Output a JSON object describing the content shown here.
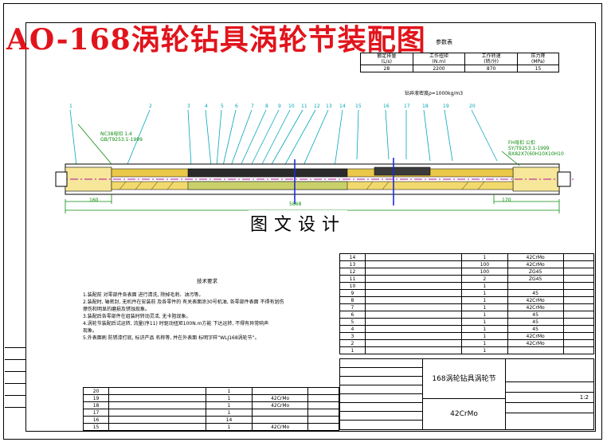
{
  "title": "AO-168涡轮钻具涡轮节装配图",
  "watermark": "图文设计",
  "params": {
    "header_partial": "参数表",
    "headers": [
      [
        "额定排量",
        "(L/s)"
      ],
      [
        "工作扭矩",
        "(N.m)"
      ],
      [
        "工作转速",
        "(转/分)"
      ],
      [
        "压力降",
        "(MPa)"
      ]
    ],
    "values": [
      "28",
      "2200",
      "870",
      "15"
    ],
    "density_note": "钻井液密度ρ=1000kg/m3"
  },
  "part_numbers": [
    "1",
    "2",
    "3",
    "4",
    "5",
    "6",
    "7",
    "8",
    "9",
    "10",
    "11",
    "12",
    "13",
    "14",
    "15",
    "16",
    "17",
    "18",
    "19",
    "20"
  ],
  "callouts": {
    "left_thread": [
      "NC38母扣 1:4",
      "GB/T9253.1-1999"
    ],
    "right_thread": [
      "FH母扣 公扣",
      "SY/T9253.1-1999",
      "BX82X7(60H10X10H10"
    ],
    "dim_main": "5868",
    "dim_left": "160",
    "dim_right": "170"
  },
  "tech_req": {
    "title": "技术要求",
    "items": [
      "1.装配前 对零部件各表面 进行清洗, 除掉毛刺、油污等。",
      "2.装配时, 轴密封, 无机件在安装前 及各零件的 有关表面涂30号机油, 各零部件表面 不得有划伤",
      "  擦伤和明显的磨损及锈蚀现象。",
      "3.装配后各零部件在组装时转动灵活, 无卡阻现象。",
      "4.涡轮节装配后试运转, 流量(序11) 时驱动扭矩100N.m方能 下达运转, 不得有异常响声",
      "  现象。",
      "5.外表面刷 防锈漆打底, 标识产品 名称等, 并在外表面 标明字样“WLJ168涡轮节”。"
    ]
  },
  "bom_right": [
    [
      "14",
      "",
      "1",
      "42CrMo"
    ],
    [
      "13",
      "",
      "100",
      "42CrMo"
    ],
    [
      "12",
      "",
      "100",
      "ZG45"
    ],
    [
      "11",
      "",
      "2",
      "ZG45"
    ],
    [
      "10",
      "",
      "1",
      ""
    ],
    [
      "9",
      "",
      "1",
      "45"
    ],
    [
      "8",
      "",
      "1",
      "42CrMo"
    ],
    [
      "7",
      "",
      "1",
      "42CrMo"
    ],
    [
      "6",
      "",
      "1",
      "45"
    ],
    [
      "5",
      "",
      "1",
      "45"
    ],
    [
      "4",
      "",
      "1",
      "45"
    ],
    [
      "3",
      "",
      "1",
      "42CrMo"
    ],
    [
      "2",
      "",
      "1",
      "42CrMo"
    ],
    [
      "1",
      "",
      "1",
      ""
    ]
  ],
  "bom_left": [
    [
      "20",
      "",
      "1",
      ""
    ],
    [
      "19",
      "",
      "1",
      "42CrMo"
    ],
    [
      "18",
      "",
      "1",
      "42CrMo"
    ],
    [
      "17",
      "",
      "1",
      ""
    ],
    [
      "16",
      "",
      "14",
      ""
    ],
    [
      "15",
      "",
      "1",
      "42CrMo"
    ]
  ],
  "title_block": {
    "name": "168涡轮钻具涡轮节",
    "material": "42CrMo",
    "scale": "1:2"
  },
  "colors": {
    "title": "#e1141c",
    "cyan": "#00a6b7",
    "blue": "#1d2ad9",
    "green": "#0a8a0a",
    "magenta": "#b0129c"
  }
}
